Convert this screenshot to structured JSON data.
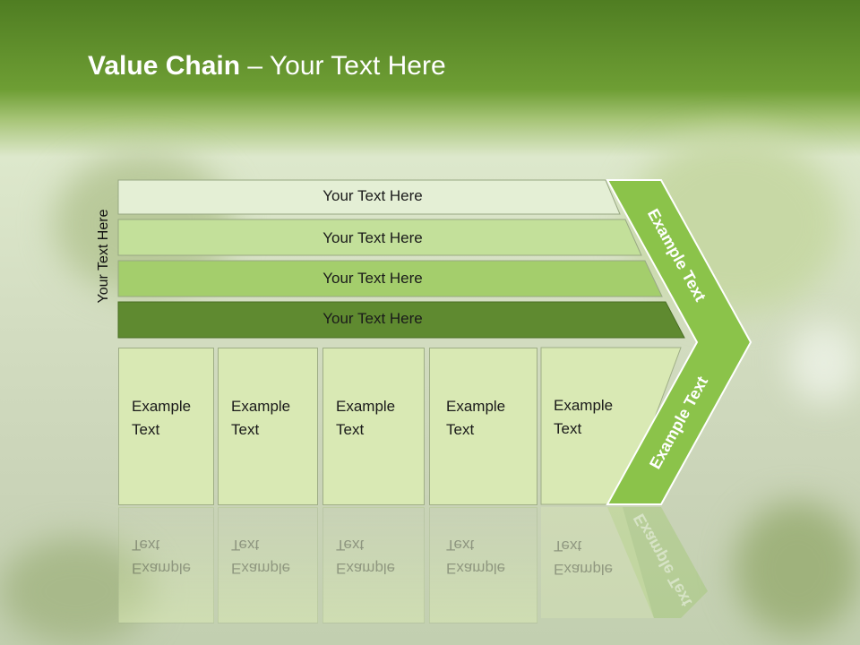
{
  "title": {
    "bold": "Value Chain",
    "rest": " – Your Text Here"
  },
  "side_label": "Your Text Here",
  "tiers": [
    {
      "label": "Your Text Here"
    },
    {
      "label": "Your Text Here"
    },
    {
      "label": "Your Text Here"
    },
    {
      "label": "Your Text Here"
    }
  ],
  "columns": [
    {
      "line1": "Example",
      "line2": "Text"
    },
    {
      "line1": "Example",
      "line2": "Text"
    },
    {
      "line1": "Example",
      "line2": "Text"
    },
    {
      "line1": "Example",
      "line2": "Text"
    },
    {
      "line1": "Example",
      "line2": "Text"
    }
  ],
  "arrow": {
    "upper_label": "Example Text",
    "lower_label": "Example Text"
  },
  "colors": {
    "header_green": "#5e8d2a",
    "tier1": "#e4efd5",
    "tier2": "#c3e09a",
    "tier3": "#a4ce6c",
    "tier4": "#5f8a30",
    "arrow": "#8bc34a",
    "column_fill": "#d9e9b4"
  }
}
